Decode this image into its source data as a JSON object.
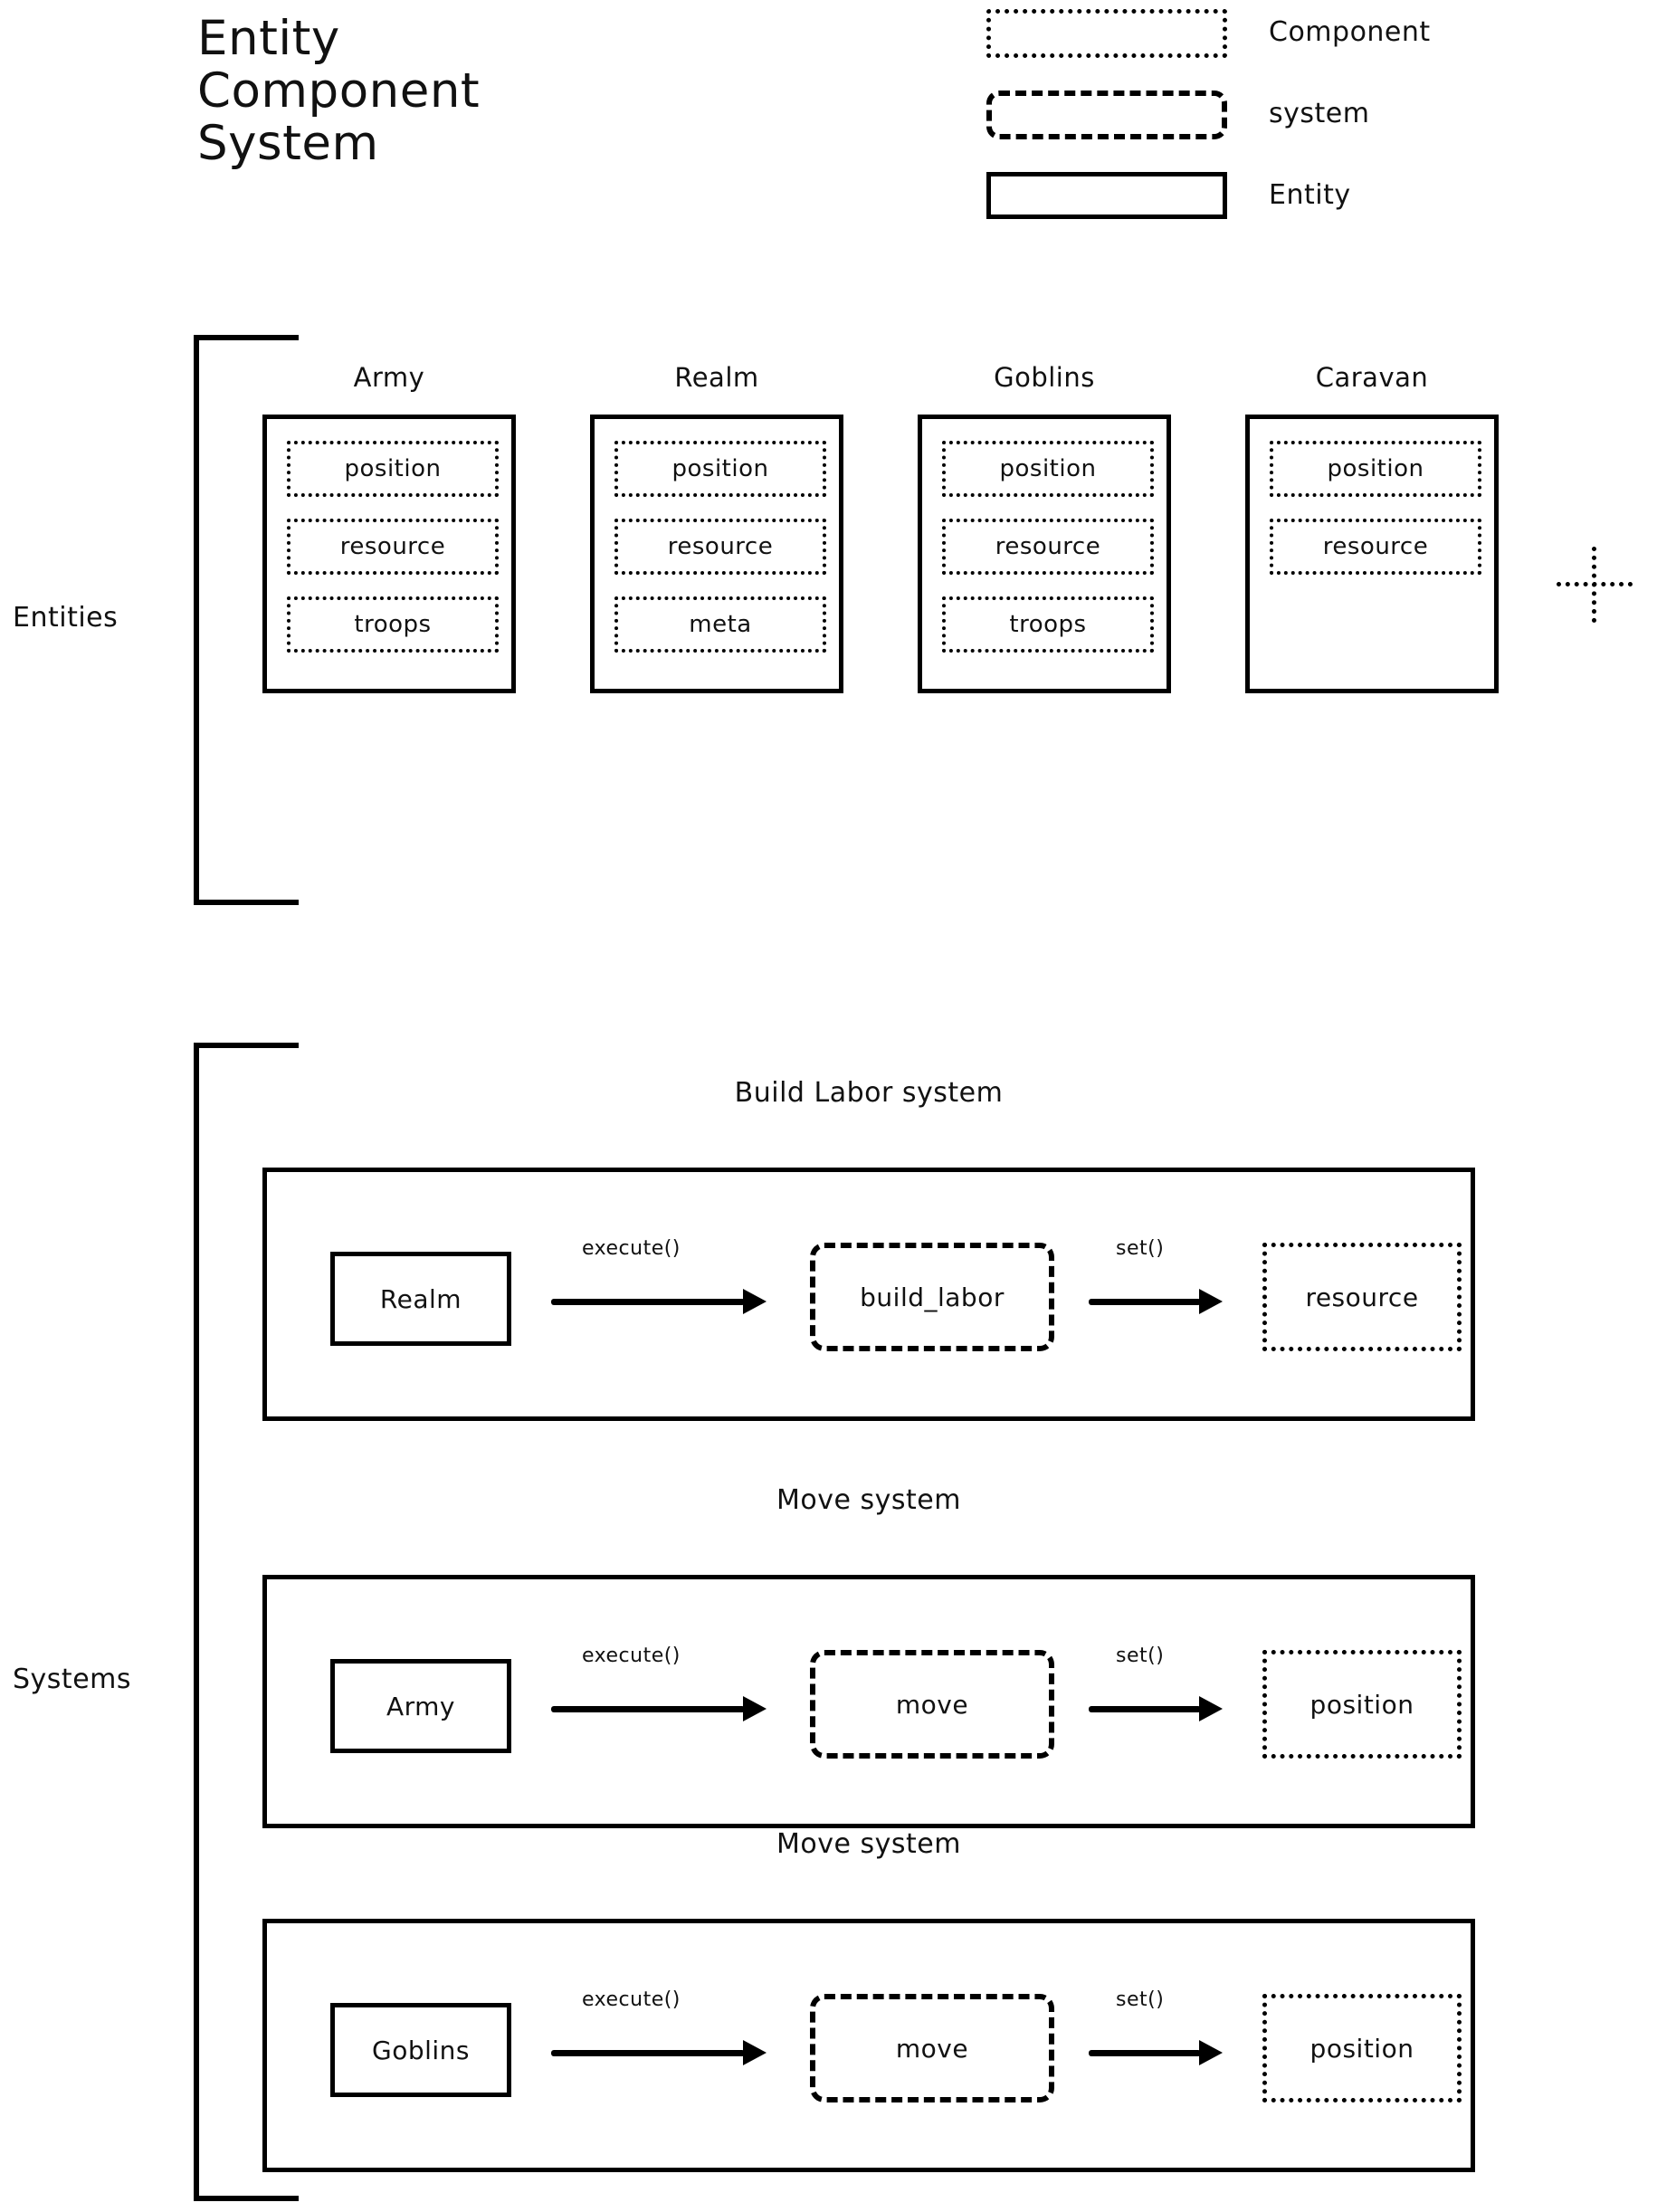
{
  "title": {
    "line1": "Entity",
    "line2": "Component",
    "line3": "System"
  },
  "legend": {
    "items": [
      {
        "label": "Component",
        "style": "dotted",
        "shape": "rectangle"
      },
      {
        "label": "system",
        "style": "dashed",
        "shape": "rounded-rectangle"
      },
      {
        "label": "Entity",
        "style": "solid",
        "shape": "rectangle"
      }
    ]
  },
  "sections": {
    "entities_label": "Entities",
    "systems_label": "Systems"
  },
  "entities": [
    {
      "name": "Army",
      "components": [
        "position",
        "resource",
        "troops"
      ]
    },
    {
      "name": "Realm",
      "components": [
        "position",
        "resource",
        "meta"
      ]
    },
    {
      "name": "Goblins",
      "components": [
        "position",
        "resource",
        "troops"
      ]
    },
    {
      "name": "Caravan",
      "components": [
        "position",
        "resource"
      ]
    }
  ],
  "continuation_marker": "plus-icon",
  "systems": [
    {
      "title": "Build Labor system",
      "entity": "Realm",
      "execute_label": "execute()",
      "system_fn": "build_labor",
      "set_label": "set()",
      "component": "resource"
    },
    {
      "title": "Move system",
      "entity": "Army",
      "execute_label": "execute()",
      "system_fn": "move",
      "set_label": "set()",
      "component": "position"
    },
    {
      "title": "Move system",
      "entity": "Goblins",
      "execute_label": "execute()",
      "system_fn": "move",
      "set_label": "set()",
      "component": "position"
    }
  ],
  "colors": {
    "ink": "#000000",
    "background": "#ffffff"
  }
}
